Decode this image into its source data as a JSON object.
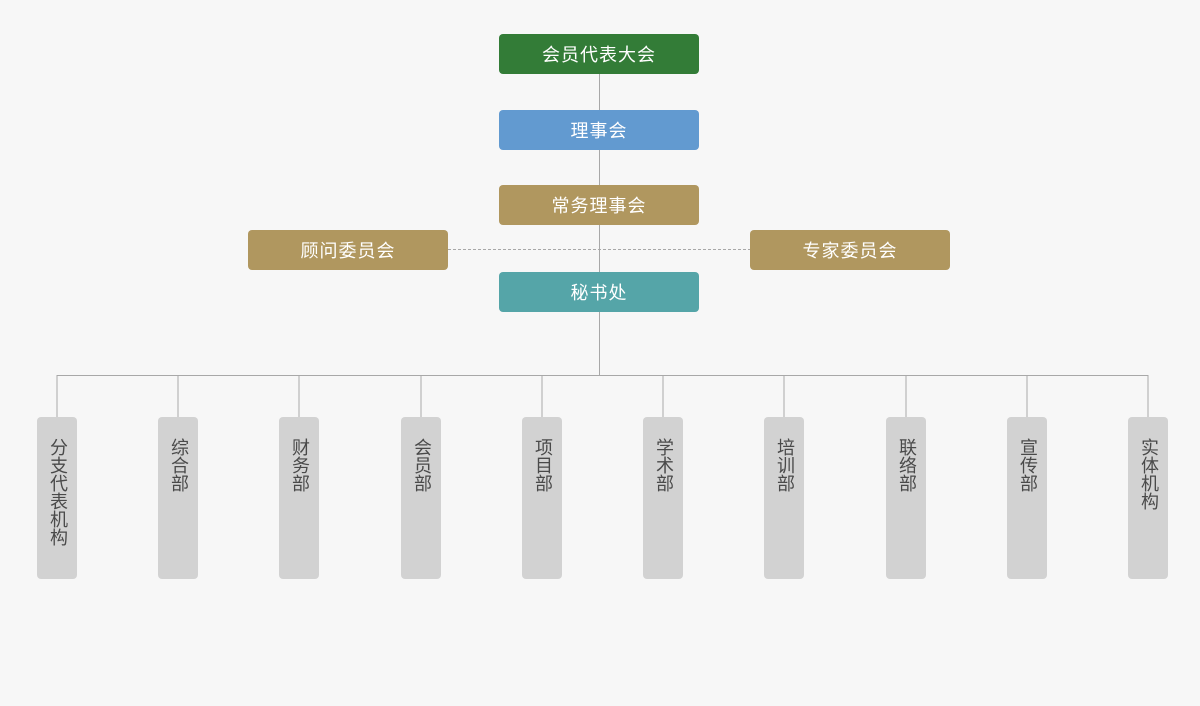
{
  "colors": {
    "background": "#f7f7f7",
    "connector": "#a8a8a8",
    "assembly": "#337c37",
    "council": "#629ad0",
    "gold": "#b0975f",
    "secretariat": "#55a5a8",
    "department": "#d2d2d2"
  },
  "top": {
    "assembly": "会员代表大会",
    "council": "理事会",
    "standing_council": "常务理事会",
    "advisory_committee": "顾问委员会",
    "expert_committee": "专家委员会",
    "secretariat": "秘书处"
  },
  "departments": [
    "分支代表机构",
    "综合部",
    "财务部",
    "会员部",
    "项目部",
    "学术部",
    "培训部",
    "联络部",
    "宣传部",
    "实体机构"
  ]
}
